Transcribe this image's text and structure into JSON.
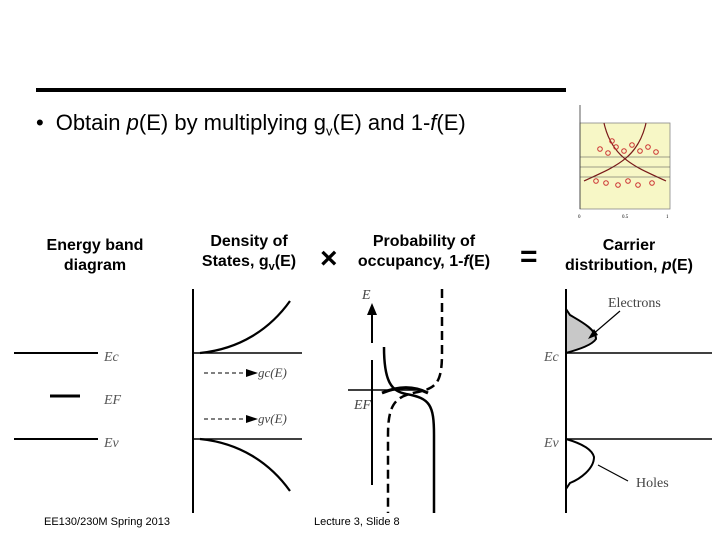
{
  "slide": {
    "bullet": {
      "marker": "•",
      "text_before": "Obtain ",
      "p": "p",
      "arg1": "(E)",
      "text_mid": " by multiplying g",
      "sub_v": "v",
      "arg2": "(E)",
      "text_end": " and 1-",
      "f": "f",
      "arg3": "(E)"
    },
    "columns": {
      "energy_band": {
        "line1": "Energy band",
        "line2": "diagram"
      },
      "dos": {
        "line1": "Density of",
        "line2_pre": "States, g",
        "sub": "v",
        "line2_post": "(E)"
      },
      "times": "×",
      "occupancy": {
        "line1": "Probability of",
        "line2_pre": "occupancy, 1-",
        "f": "f",
        "line2_post": "(E)"
      },
      "equals": "=",
      "carrier": {
        "line1": "Carrier",
        "line2_pre": "distribution, ",
        "p": "p",
        "line2_post": "(E)"
      }
    },
    "graph_labels": {
      "Ec": "Ec",
      "EF": "EF",
      "Ev": "Ev",
      "E_axis": "E",
      "gc": "gc(E)",
      "gv": "gv(E)",
      "electrons": "Electrons",
      "holes": "Holes"
    },
    "inset": {
      "caption": "",
      "x_ticks": [
        "0",
        "0.5",
        "1"
      ]
    },
    "footer": {
      "left": "EE130/230M Spring 2013",
      "center": "Lecture 3, Slide 8"
    }
  }
}
